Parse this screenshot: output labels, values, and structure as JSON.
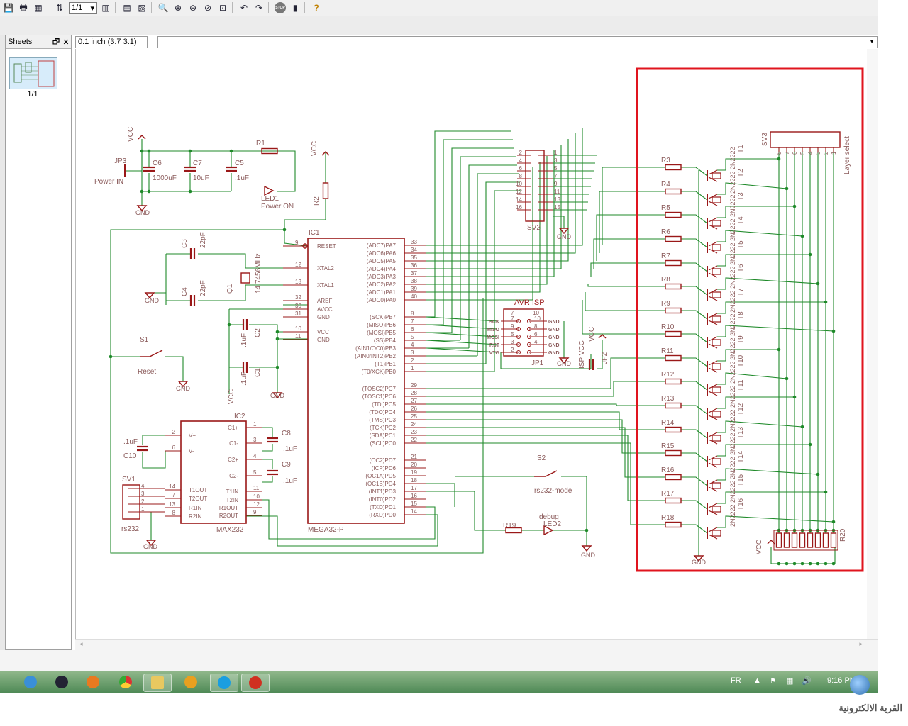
{
  "toolbar": {
    "sheet_select": "1/1",
    "stop_label": "STOP",
    "help_label": "?"
  },
  "sheets_panel": {
    "title": "Sheets",
    "restore": "🗗",
    "close": "✕",
    "page_label": "1/1"
  },
  "coords": {
    "grid": "0.1 inch (3.7 3.1)"
  },
  "schematic": {
    "power": {
      "vcc": "VCC",
      "gnd": "GND",
      "jp3": "JP3",
      "power_in": "Power IN",
      "c6": "C6",
      "c6_val": "1000uF",
      "c7": "C7",
      "c7_val": "10uF",
      "c5": "C5",
      "c5_val": ".1uF",
      "r1": "R1",
      "r2": "R2",
      "led1": "LED1",
      "power_on": "Power ON"
    },
    "clock": {
      "c3": "C3",
      "c3_val": "22pF",
      "c4": "C4",
      "c4_val": "22pF",
      "q1": "Q1",
      "q1_val": "14.7456MHz"
    },
    "reset": {
      "s1": "S1",
      "label": "Reset"
    },
    "decoupling": {
      "c2": "C2",
      "c2_val": ".1uF",
      "c1": "C1",
      "c1_val": ".1uF"
    },
    "ic1": {
      "name": "IC1",
      "part": "MEGA32-P",
      "left_pins": [
        {
          "num": "9",
          "name": "RESET"
        },
        {
          "num": "12",
          "name": "XTAL2"
        },
        {
          "num": "13",
          "name": "XTAL1"
        },
        {
          "num": "32",
          "name": "AREF"
        },
        {
          "num": "30",
          "name": "AVCC"
        },
        {
          "num": "31",
          "name": "GND"
        },
        {
          "num": "10",
          "name": "VCC"
        },
        {
          "num": "11",
          "name": "GND"
        }
      ],
      "right_pins": [
        {
          "num": "33",
          "name": "(ADC7)PA7"
        },
        {
          "num": "34",
          "name": "(ADC6)PA6"
        },
        {
          "num": "35",
          "name": "(ADC5)PA5"
        },
        {
          "num": "36",
          "name": "(ADC4)PA4"
        },
        {
          "num": "37",
          "name": "(ADC3)PA3"
        },
        {
          "num": "38",
          "name": "(ADC2)PA2"
        },
        {
          "num": "39",
          "name": "(ADC1)PA1"
        },
        {
          "num": "40",
          "name": "(ADC0)PA0"
        },
        {
          "num": "8",
          "name": "(SCK)PB7"
        },
        {
          "num": "7",
          "name": "(MISO)PB6"
        },
        {
          "num": "6",
          "name": "(MOSI)PB5"
        },
        {
          "num": "5",
          "name": "(SS)PB4"
        },
        {
          "num": "4",
          "name": "(AIN1/OC0)PB3"
        },
        {
          "num": "3",
          "name": "(AIN0/INT2)PB2"
        },
        {
          "num": "2",
          "name": "(T1)PB1"
        },
        {
          "num": "1",
          "name": "(T0/XCK)PB0"
        },
        {
          "num": "29",
          "name": "(TOSC2)PC7"
        },
        {
          "num": "28",
          "name": "(TOSC1)PC6"
        },
        {
          "num": "27",
          "name": "(TDI)PC5"
        },
        {
          "num": "26",
          "name": "(TDO)PC4"
        },
        {
          "num": "25",
          "name": "(TMS)PC3"
        },
        {
          "num": "24",
          "name": "(TCK)PC2"
        },
        {
          "num": "23",
          "name": "(SDA)PC1"
        },
        {
          "num": "22",
          "name": "(SCL)PC0"
        },
        {
          "num": "21",
          "name": "(OC2)PD7"
        },
        {
          "num": "20",
          "name": "(ICP)PD6"
        },
        {
          "num": "19",
          "name": "(OC1A)PD5"
        },
        {
          "num": "18",
          "name": "(OC1B)PD4"
        },
        {
          "num": "17",
          "name": "(INT1)PD3"
        },
        {
          "num": "16",
          "name": "(INT0)PD2"
        },
        {
          "num": "15",
          "name": "(TXD)PD1"
        },
        {
          "num": "14",
          "name": "(RXD)PD0"
        }
      ]
    },
    "sv2": {
      "name": "SV2",
      "left": [
        "2",
        "4",
        "6",
        "8",
        "10",
        "12",
        "14",
        "16"
      ],
      "right": [
        "1",
        "3",
        "5",
        "7",
        "9",
        "11",
        "13",
        "15"
      ]
    },
    "isp": {
      "title": "AVR ISP",
      "name": "JP1",
      "signals": [
        "SCK",
        "MISO",
        "MOSI",
        "RST",
        "VTG"
      ],
      "left_nums": [
        "7",
        "9",
        "5",
        "3",
        "2"
      ],
      "right_nums": [
        "10",
        "8",
        "6",
        "4"
      ],
      "gnds": [
        "GND",
        "GND",
        "GND",
        "GND",
        "GND"
      ],
      "jp2": "JP2",
      "isp_vcc": "ISP VCC"
    },
    "ic2": {
      "name": "IC2",
      "part": "MAX232",
      "left_pins": [
        {
          "num": "2",
          "name": "V+"
        },
        {
          "num": "6",
          "name": "V-"
        },
        {
          "num": "14",
          "name": "T1OUT"
        },
        {
          "num": "7",
          "name": "T2OUT"
        },
        {
          "num": "13",
          "name": "R1IN"
        },
        {
          "num": "8",
          "name": "R2IN"
        }
      ],
      "right_pins": [
        {
          "num": "1",
          "name": "C1+"
        },
        {
          "num": "3",
          "name": "C1-"
        },
        {
          "num": "4",
          "name": "C2+"
        },
        {
          "num": "5",
          "name": "C2-"
        },
        {
          "num": "11",
          "name": "T1IN"
        },
        {
          "num": "10",
          "name": "T2IN"
        },
        {
          "num": "12",
          "name": "R1OUT"
        },
        {
          "num": "9",
          "name": "R2OUT"
        }
      ],
      "c8": "C8",
      "c8_val": ".1uF",
      "c9": "C9",
      "c9_val": ".1uF",
      "c10": "C10",
      "c10_val": ".1uF"
    },
    "rs232": {
      "sv1": "SV1",
      "label": "rs232",
      "pins": [
        "4",
        "3",
        "2",
        "1"
      ]
    },
    "debug": {
      "s2": "S2",
      "s2_label": "rs232-mode",
      "r19": "R19",
      "debug": "debug",
      "led2": "LED2"
    },
    "drivers": {
      "resistors": [
        "R3",
        "R4",
        "R5",
        "R6",
        "R7",
        "R8",
        "R9",
        "R10",
        "R11",
        "R12",
        "R13",
        "R14",
        "R15",
        "R16",
        "R17",
        "R18"
      ],
      "transistors": [
        "T1",
        "T2",
        "T3",
        "T4",
        "T5",
        "T6",
        "T7",
        "T8",
        "T9",
        "T10",
        "T11",
        "T12",
        "T13",
        "T14",
        "T15",
        "T16"
      ],
      "part": "2N2222",
      "sv3": "SV3",
      "sv3_pins": [
        "8",
        "7",
        "6",
        "5",
        "4",
        "3",
        "2",
        "1"
      ],
      "layer_select": "Layer select",
      "r20": "R20",
      "vcc": "VCC",
      "gnd": "GND"
    }
  },
  "taskbar": {
    "language": "FR",
    "time": "9:16 PM"
  },
  "watermark": {
    "text": "القرية الالكترونية"
  },
  "colors": {
    "component": "#9a1818",
    "wire": "#1f8a2a",
    "text": "#8a5a5a",
    "highlight": "#e0141e"
  }
}
